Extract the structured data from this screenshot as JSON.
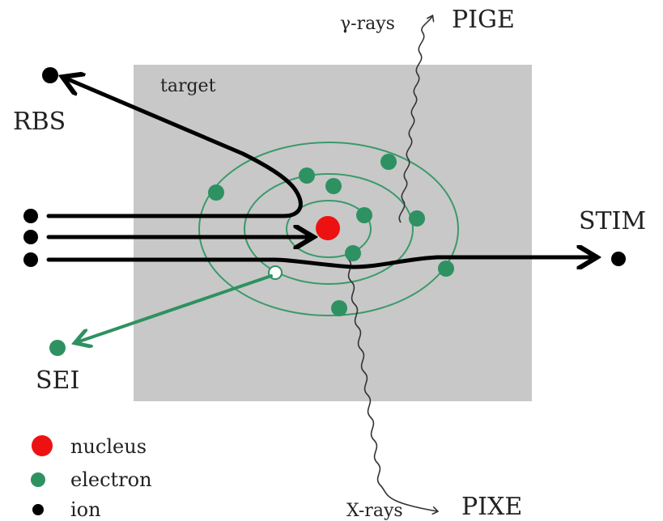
{
  "target": {
    "label": "target"
  },
  "labels": {
    "pige": "PIGE",
    "gamma_rays": "γ-rays",
    "rbs": "RBS",
    "stim": "STIM",
    "sei": "SEI",
    "pixe": "PIXE",
    "x_rays": "X-rays"
  },
  "legend": {
    "nucleus": "nucleus",
    "electron": "electron",
    "ion": "ion"
  },
  "colors": {
    "target_fill": "#c8c8c8",
    "nucleus": "#ee1111",
    "electron": "#2e9161",
    "orbit": "#3a9a6a",
    "ion": "#000000"
  }
}
